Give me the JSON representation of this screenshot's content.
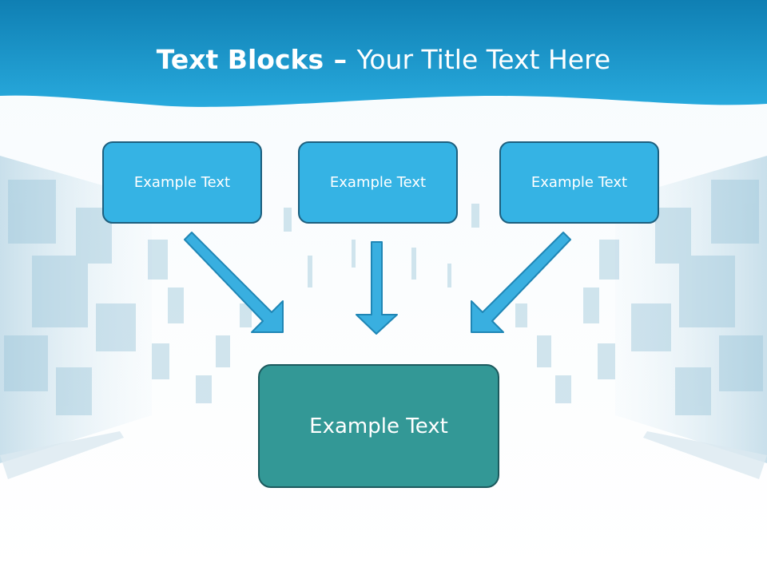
{
  "title": {
    "bold": "Text Blocks",
    "separator": "–",
    "rest": "Your Title Text Here"
  },
  "blocks": {
    "left": "Example Text",
    "center": "Example Text",
    "right": "Example Text",
    "target": "Example Text"
  },
  "colors": {
    "header_blue": "#1a9ad3",
    "block_blue": "#35b3e4",
    "block_teal": "#339896",
    "arrow_blue": "#39afe0"
  }
}
